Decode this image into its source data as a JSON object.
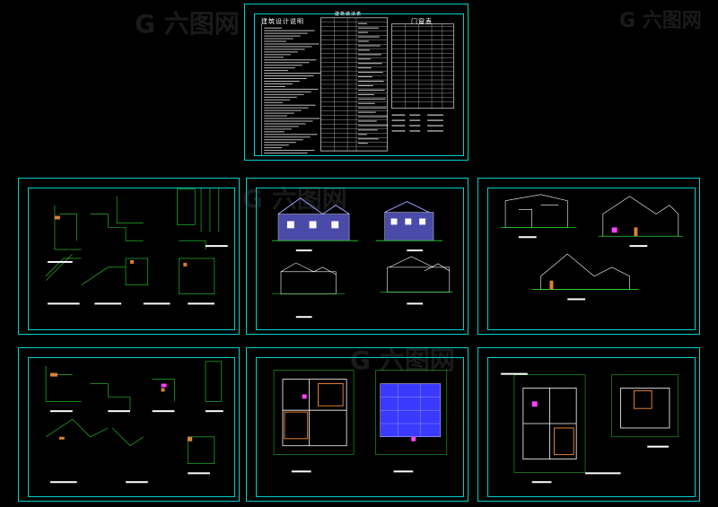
{
  "watermark": {
    "text": "G 六图网"
  },
  "sheets": {
    "notes": {
      "heading": "建筑设计说明",
      "table_heading": "建筑做法表",
      "door_heading": "门窗表"
    },
    "details_a": {},
    "elevations": {},
    "sections": {},
    "details_b": {},
    "plans_a": {},
    "plans_b": {}
  },
  "colors": {
    "frame": "#00d0c8",
    "line_green": "#2bd62b",
    "line_white": "#ffffff",
    "accent_orange": "#e08030",
    "accent_blue": "#3a3aff",
    "accent_magenta": "#ff40ff"
  }
}
